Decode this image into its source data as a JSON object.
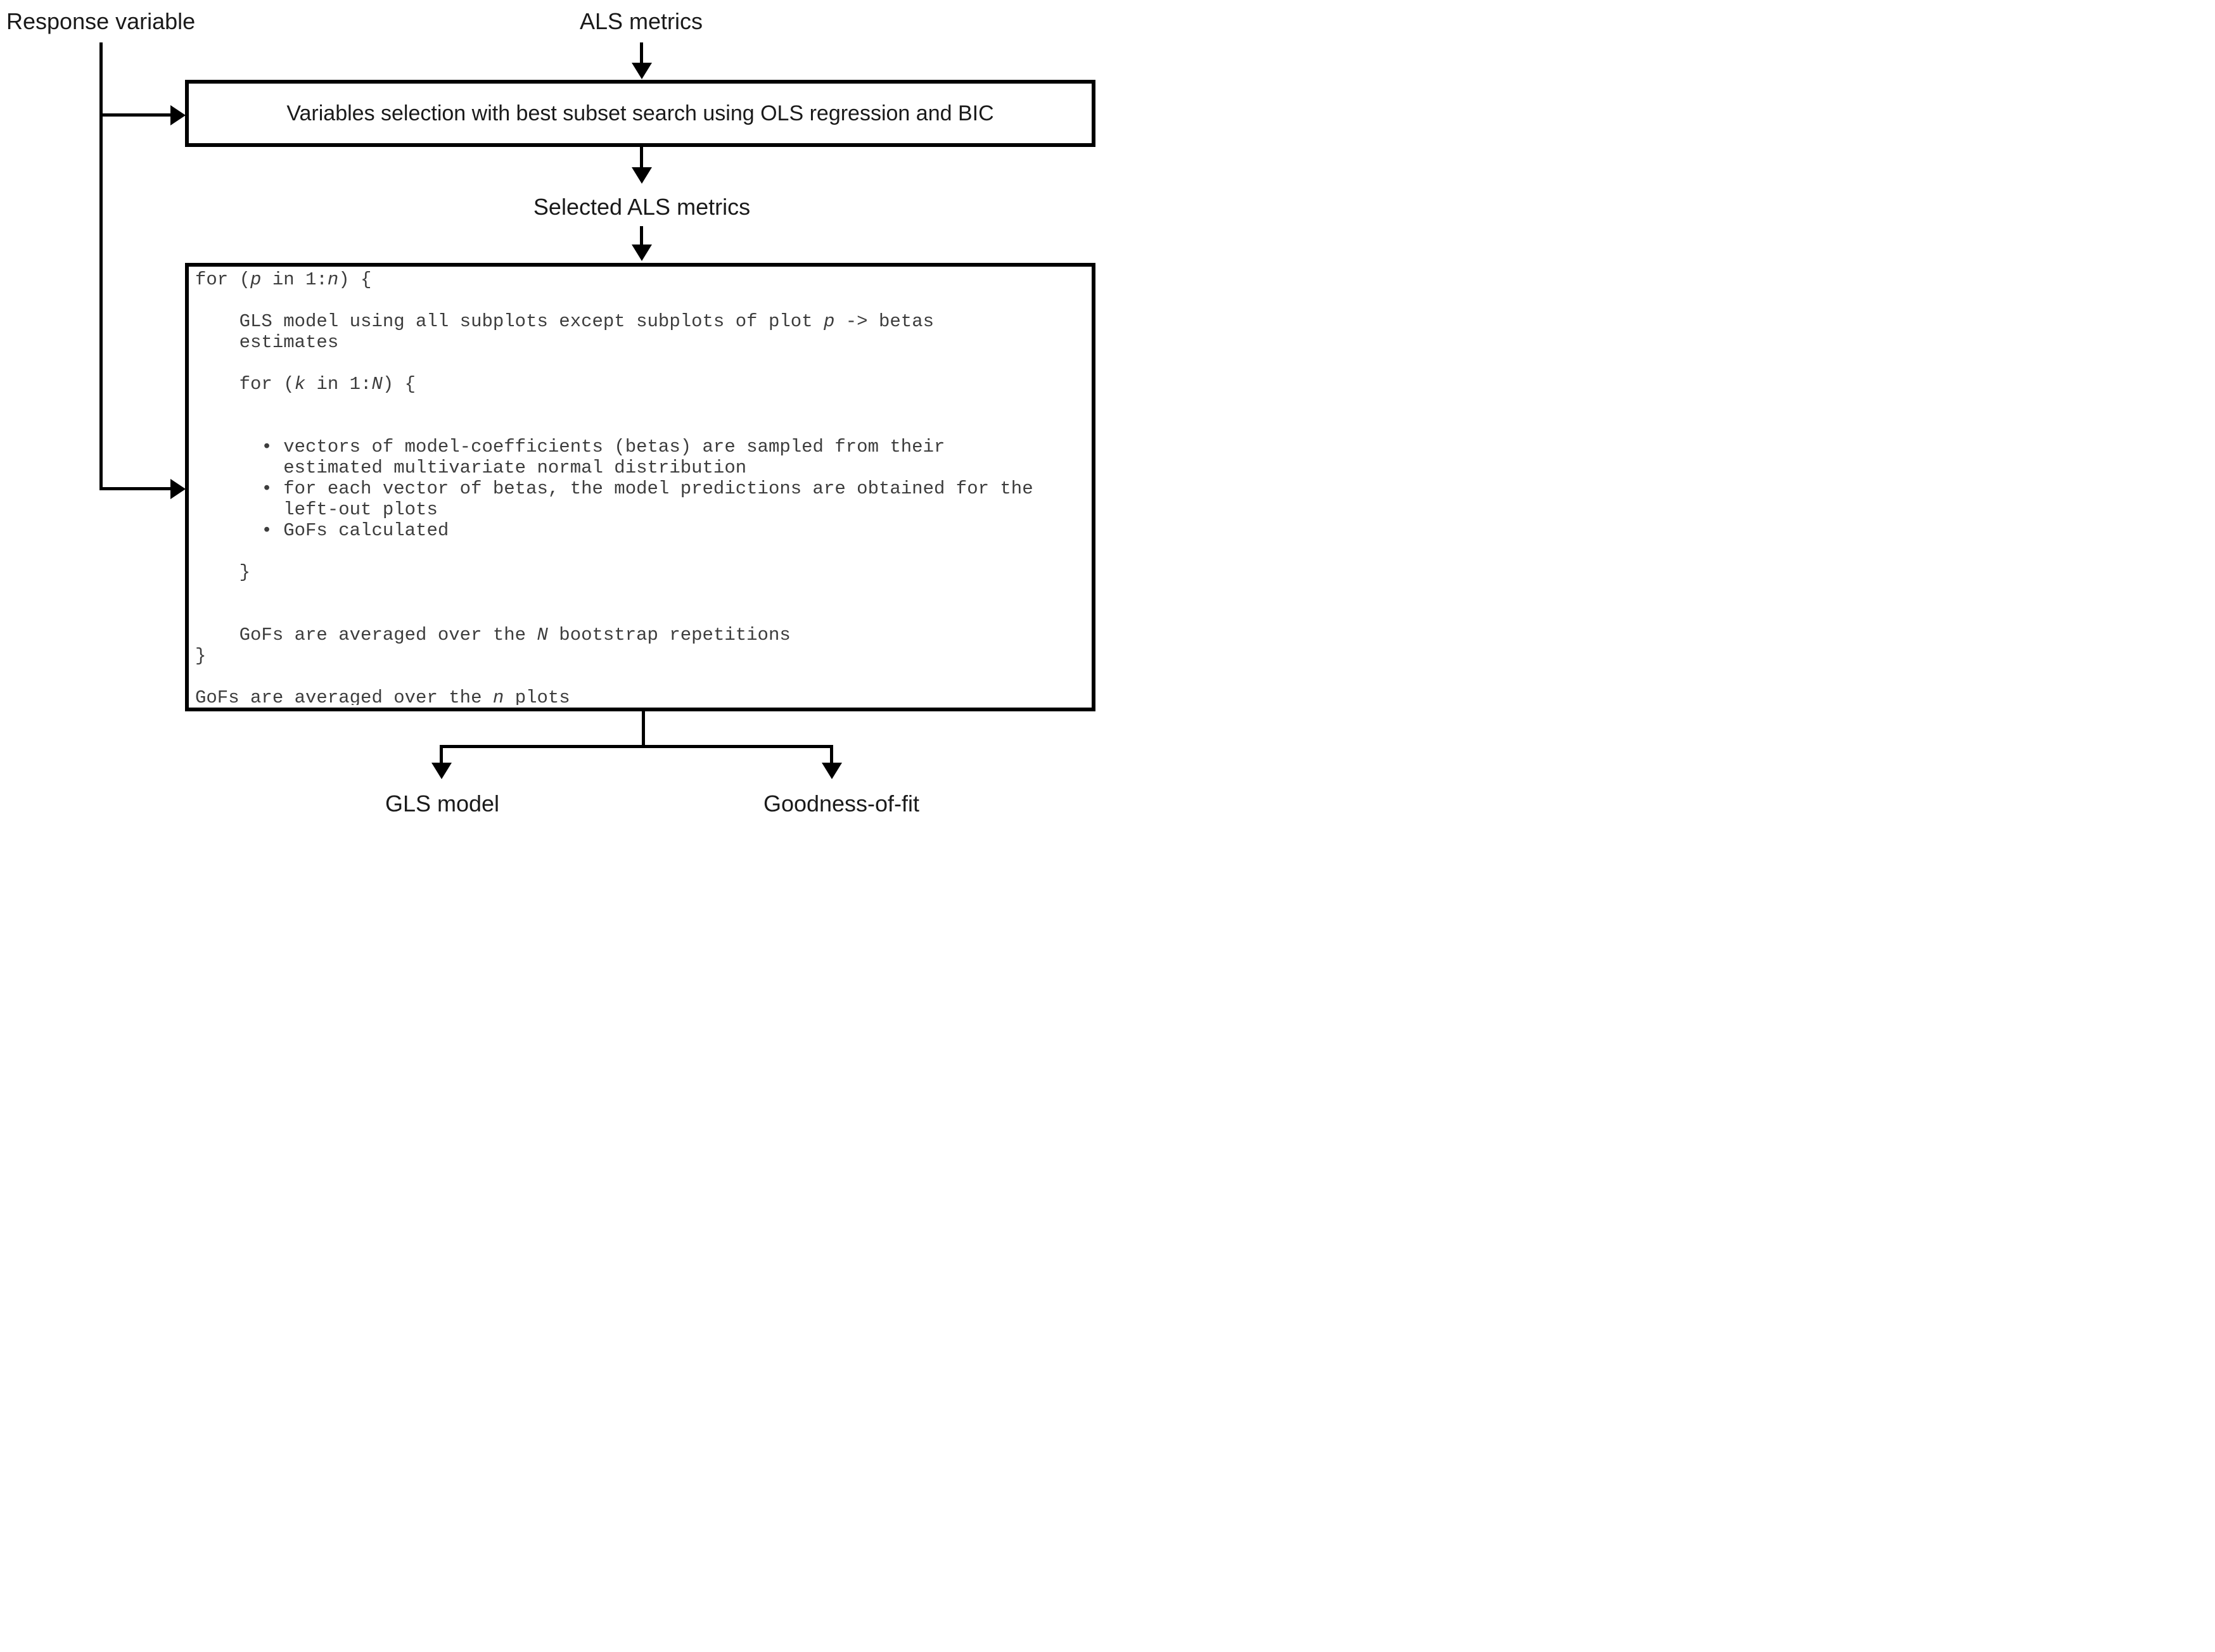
{
  "diagram": {
    "labels": {
      "response_variable": "Response variable",
      "als_metrics": "ALS metrics",
      "selected_als_metrics": "Selected ALS metrics",
      "gls_model": "GLS model",
      "goodness_of_fit": "Goodness-of-fit"
    },
    "box1": {
      "text": "Variables selection with best subset search using OLS regression and BIC"
    },
    "box2": {
      "code_lines": [
        [
          {
            "t": "for ("
          },
          {
            "t": "p",
            "i": 1
          },
          {
            "t": " in 1:"
          },
          {
            "t": "n",
            "i": 1
          },
          {
            "t": ") {"
          }
        ],
        [],
        [
          {
            "t": "    GLS model using all subplots except subplots of plot "
          },
          {
            "t": "p",
            "i": 1
          },
          {
            "t": " -> betas"
          }
        ],
        [
          {
            "t": "    estimates"
          }
        ],
        [],
        [
          {
            "t": "    for ("
          },
          {
            "t": "k",
            "i": 1
          },
          {
            "t": " in 1:"
          },
          {
            "t": "N",
            "i": 1
          },
          {
            "t": ") {"
          }
        ],
        [],
        [],
        [
          {
            "t": "      • vectors of model-coefficients (betas) are sampled from their"
          }
        ],
        [
          {
            "t": "        estimated multivariate normal distribution"
          }
        ],
        [
          {
            "t": "      • for each vector of betas, the model predictions are obtained for the"
          }
        ],
        [
          {
            "t": "        left-out plots"
          }
        ],
        [
          {
            "t": "      • GoFs calculated"
          }
        ],
        [],
        [
          {
            "t": "    }"
          }
        ],
        [],
        [],
        [
          {
            "t": "    GoFs are averaged over the "
          },
          {
            "t": "N",
            "i": 1
          },
          {
            "t": " bootstrap repetitions"
          }
        ],
        [
          {
            "t": "}"
          }
        ],
        [],
        [
          {
            "t": "GoFs are averaged over the "
          },
          {
            "t": "n",
            "i": 1
          },
          {
            "t": " plots"
          }
        ]
      ]
    },
    "colors": {
      "line": "#000000",
      "label_text": "#1a1a1a",
      "code_text": "#3d3d3d",
      "background": "#ffffff"
    }
  }
}
